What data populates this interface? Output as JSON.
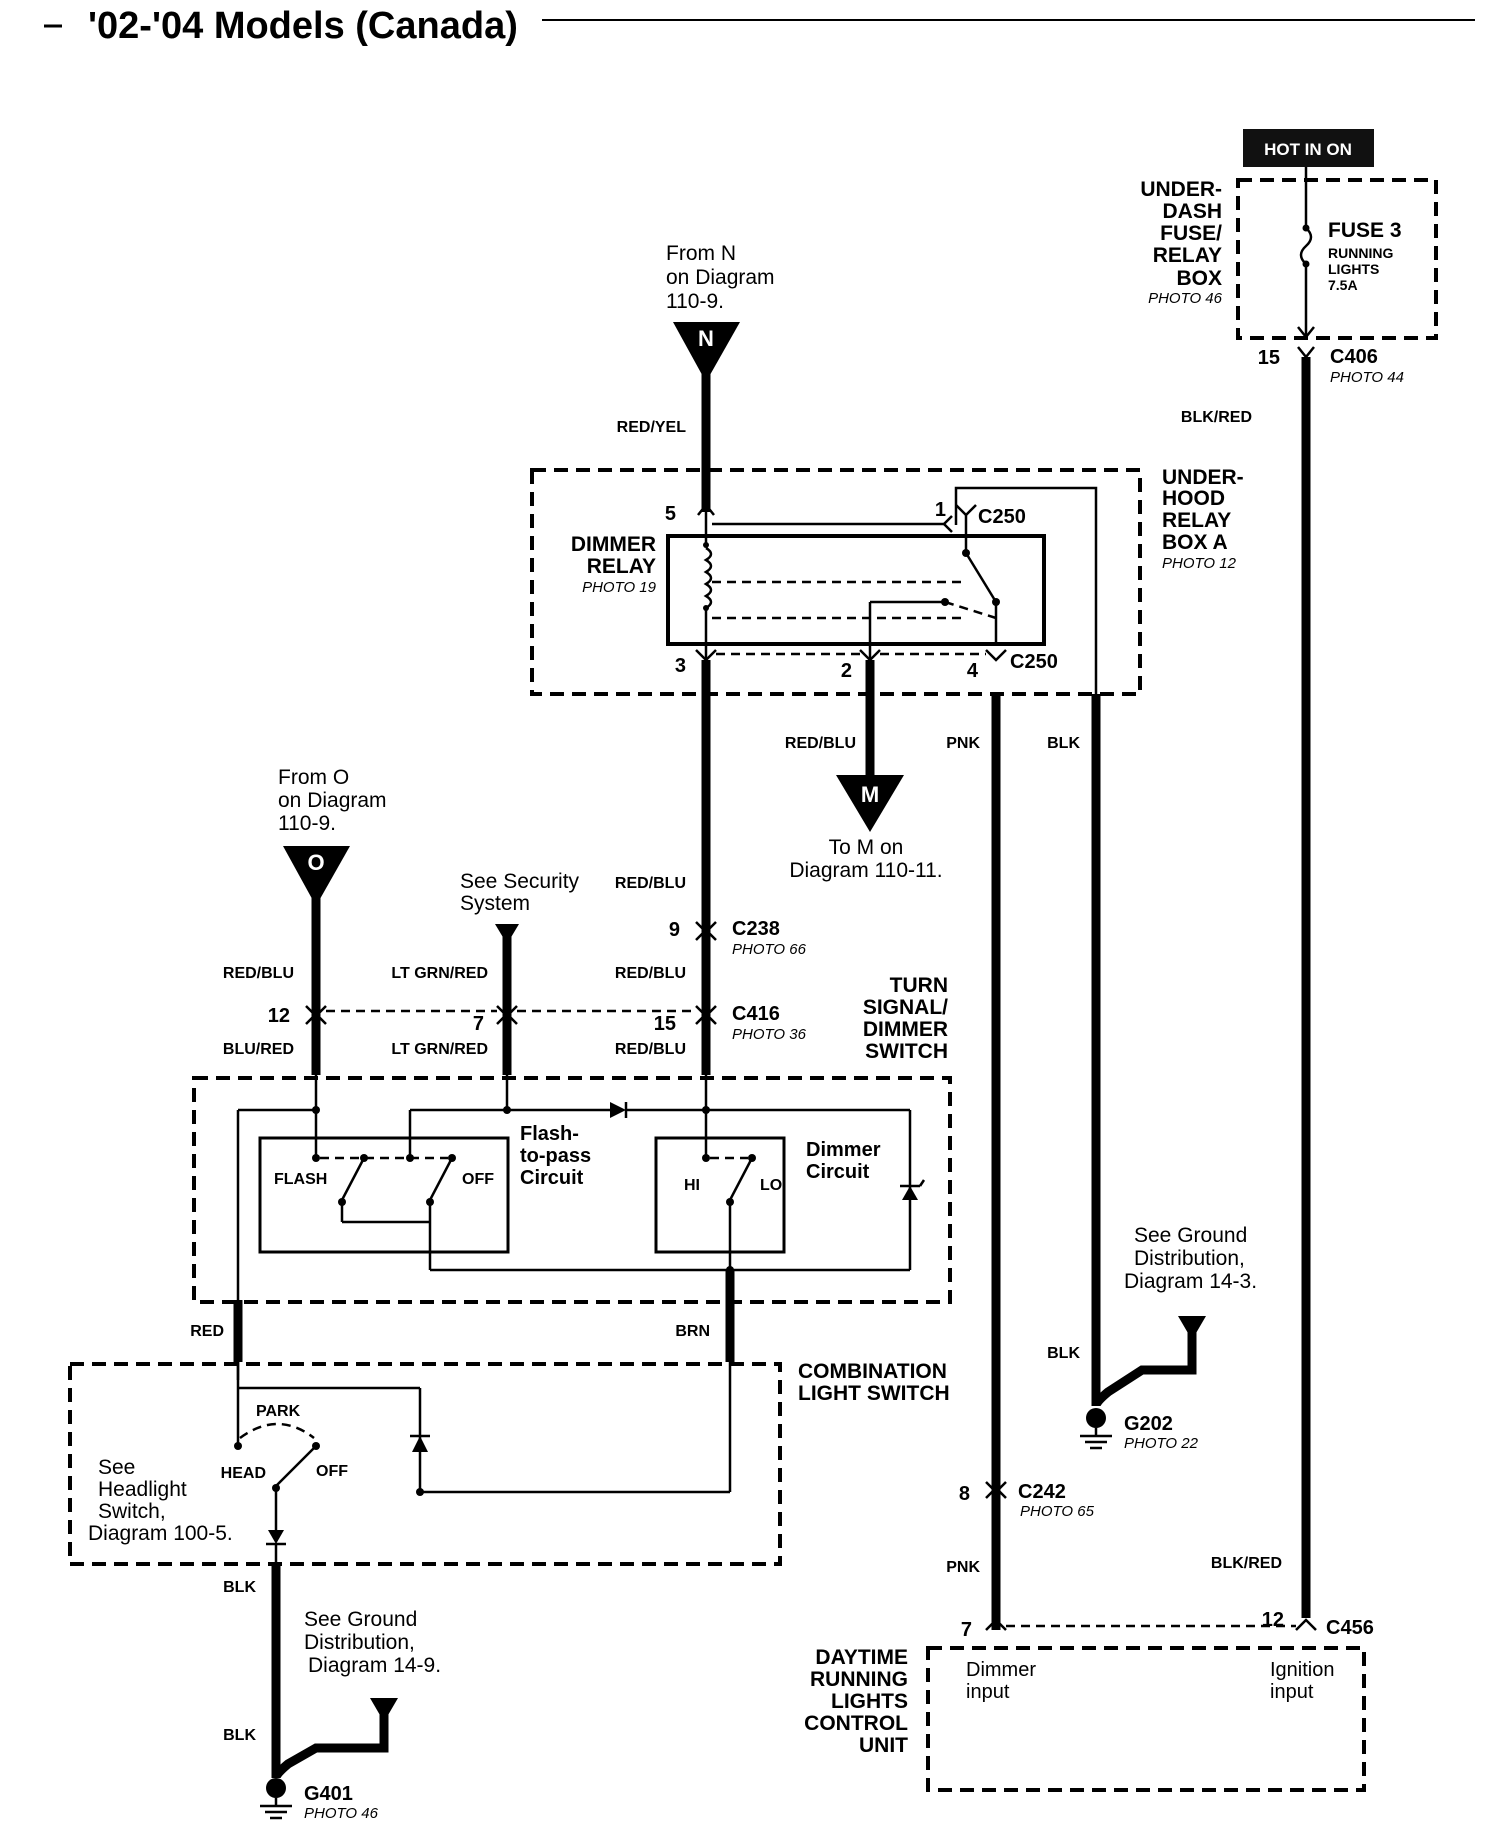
{
  "title": "'02-'04 Models (Canada)",
  "hot_label": "HOT IN ON",
  "fuse_box": {
    "label": [
      "UNDER-",
      "DASH",
      "FUSE/",
      "RELAY",
      "BOX"
    ],
    "photo": "PHOTO 46"
  },
  "fuse": {
    "name": "FUSE 3",
    "desc": [
      "RUNNING",
      "LIGHTS"
    ],
    "rating": "7.5A"
  },
  "from_n": {
    "text": [
      "From N",
      "on Diagram",
      "110-9."
    ],
    "letter": "N"
  },
  "from_o": {
    "text": [
      "From O",
      "on Diagram",
      "110-9."
    ],
    "letter": "O"
  },
  "to_m": {
    "text": [
      "To M on",
      "Diagram 110-11."
    ],
    "letter": "M"
  },
  "see_security": [
    "See Security",
    "System"
  ],
  "underhood": {
    "label": [
      "UNDER-",
      "HOOD",
      "RELAY",
      "BOX A"
    ],
    "photo": "PHOTO 12"
  },
  "dimmer_relay": {
    "label": [
      "DIMMER",
      "RELAY"
    ],
    "photo": "PHOTO 19"
  },
  "turn_switch": [
    "TURN",
    "SIGNAL/",
    "DIMMER",
    "SWITCH"
  ],
  "flash_pass": {
    "label": [
      "Flash-",
      "to-pass",
      "Circuit"
    ],
    "flash": "FLASH",
    "off": "OFF"
  },
  "dimmer_circuit": {
    "label": [
      "Dimmer",
      "Circuit"
    ],
    "hi": "HI",
    "lo": "LO"
  },
  "combo_switch": {
    "label": [
      "COMBINATION",
      "LIGHT SWITCH"
    ],
    "park": "PARK",
    "head": "HEAD",
    "off": "OFF"
  },
  "see_headlight": [
    "See",
    "Headlight",
    "Switch,",
    "Diagram 100-5."
  ],
  "ground_g202": {
    "text": [
      "See Ground",
      "Distribution,",
      "Diagram 14-3."
    ],
    "name": "G202",
    "photo": "PHOTO 22"
  },
  "ground_g401": {
    "text": [
      "See Ground",
      "Distribution,",
      "Diagram 14-9."
    ],
    "name": "G401",
    "photo": "PHOTO 46"
  },
  "drl_unit": {
    "label": [
      "DAYTIME",
      "RUNNING",
      "LIGHTS",
      "CONTROL",
      "UNIT"
    ],
    "dimmer_input": [
      "Dimmer",
      "input"
    ],
    "ignition_input": [
      "Ignition",
      "input"
    ]
  },
  "connectors": {
    "c406": {
      "name": "C406",
      "photo": "PHOTO 44",
      "pin": "15"
    },
    "c250": {
      "name": "C250"
    },
    "c238": {
      "name": "C238",
      "photo": "PHOTO 66",
      "pin": "9"
    },
    "c416": {
      "name": "C416",
      "photo": "PHOTO 36"
    },
    "c242": {
      "name": "C242",
      "photo": "PHOTO 65",
      "pin": "8"
    },
    "c456": {
      "name": "C456"
    }
  },
  "pins": {
    "p5": "5",
    "p1": "1",
    "p3": "3",
    "p2": "2",
    "p4": "4",
    "p12": "12",
    "p7": "7",
    "p15": "15",
    "p7b": "7",
    "p12b": "12"
  },
  "wires": {
    "red_yel": "RED/YEL",
    "blk_red": "BLK/RED",
    "red_blu": "RED/BLU",
    "pnk": "PNK",
    "blk": "BLK",
    "lt_grn_red": "LT GRN/RED",
    "blu_red": "BLU/RED",
    "red": "RED",
    "brn": "BRN"
  }
}
